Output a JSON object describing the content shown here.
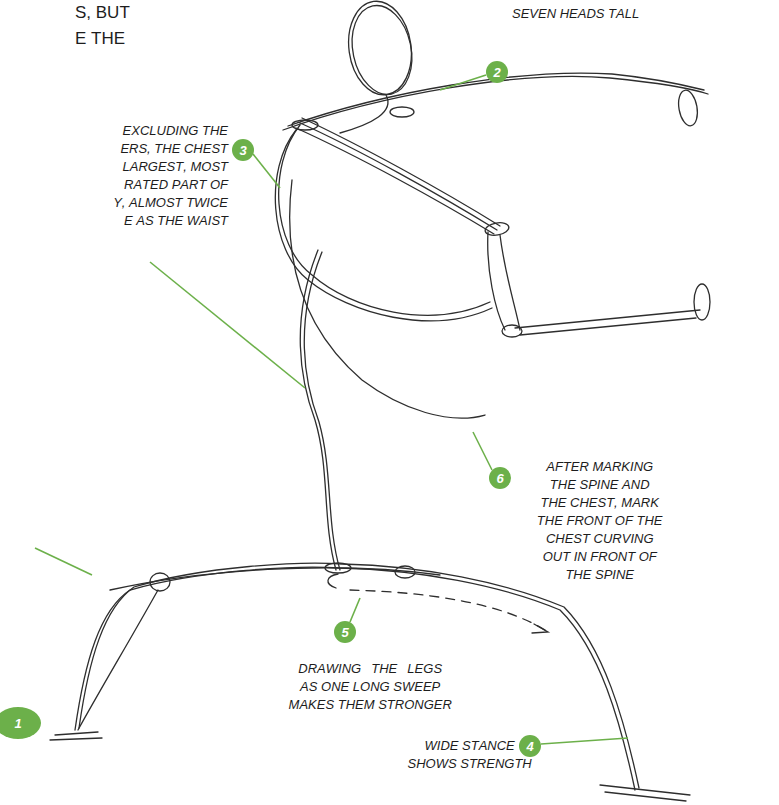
{
  "diagram": {
    "nodes": [
      {
        "text": [
          "2"
        ]
      },
      {
        "text": [
          "3"
        ]
      },
      {
        "text": [
          "6"
        ]
      },
      {
        "text": [
          "5"
        ]
      },
      {
        "text": [
          "1"
        ]
      },
      {
        "text": [
          "4"
        ]
      }
    ],
    "labels": [
      "S, BUT E THE",
      "SEVEN HEADS TALL",
      "EXCLUDING THE ERS, THE CHEST LARGEST, MOST RATED PART OF Y, ALMOST TWICE E AS THE WAIST",
      "AFTER MARKING THE SPINE AND THE CHEST, MARK THE FRONT OF THE CHEST CURVING OUT IN FRONT OF THE SPINE",
      "DRAWING THE LEGS AS ONE LONG SWEEP MAKES THEM STRONGER",
      "WIDE STANCE SHOWS STRENGTH"
    ]
  }
}
